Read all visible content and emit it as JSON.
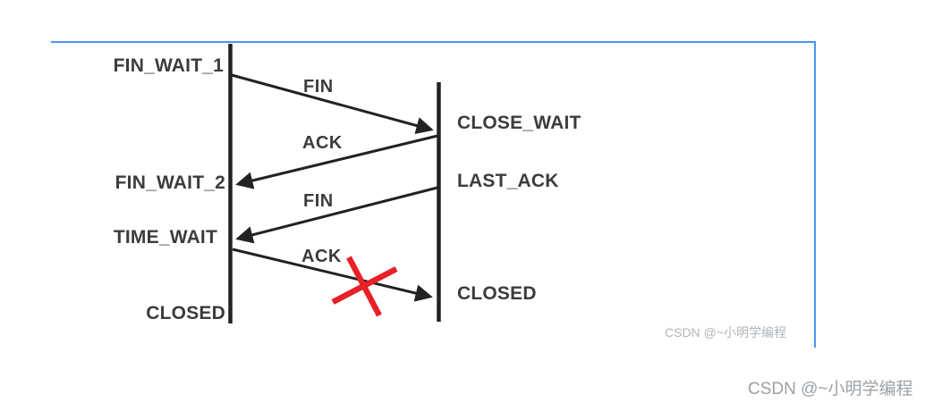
{
  "diagram": {
    "kind": "tcp-connection-teardown-sequence",
    "states": {
      "left": [
        {
          "label": "FIN_WAIT_1"
        },
        {
          "label": "FIN_WAIT_2"
        },
        {
          "label": "TIME_WAIT"
        },
        {
          "label": "CLOSED"
        }
      ],
      "right": [
        {
          "label": "CLOSE_WAIT"
        },
        {
          "label": "LAST_ACK"
        },
        {
          "label": "CLOSED"
        }
      ]
    },
    "messages": [
      {
        "label": "FIN",
        "direction": "left-to-right",
        "lost": false
      },
      {
        "label": "ACK",
        "direction": "right-to-left",
        "lost": false
      },
      {
        "label": "FIN",
        "direction": "right-to-left",
        "lost": false
      },
      {
        "label": "ACK",
        "direction": "left-to-right",
        "lost": true
      }
    ]
  },
  "watermarks": {
    "inner": "CSDN @~小明学编程",
    "outer": "CSDN @~小明学编程"
  },
  "colors": {
    "line": "#222222",
    "text": "#3c3c3c",
    "frame": "#4a94ee",
    "cross": "#e82028",
    "watermark_inner": "#b0b6ba",
    "watermark_outer": "#9aa1a6"
  }
}
